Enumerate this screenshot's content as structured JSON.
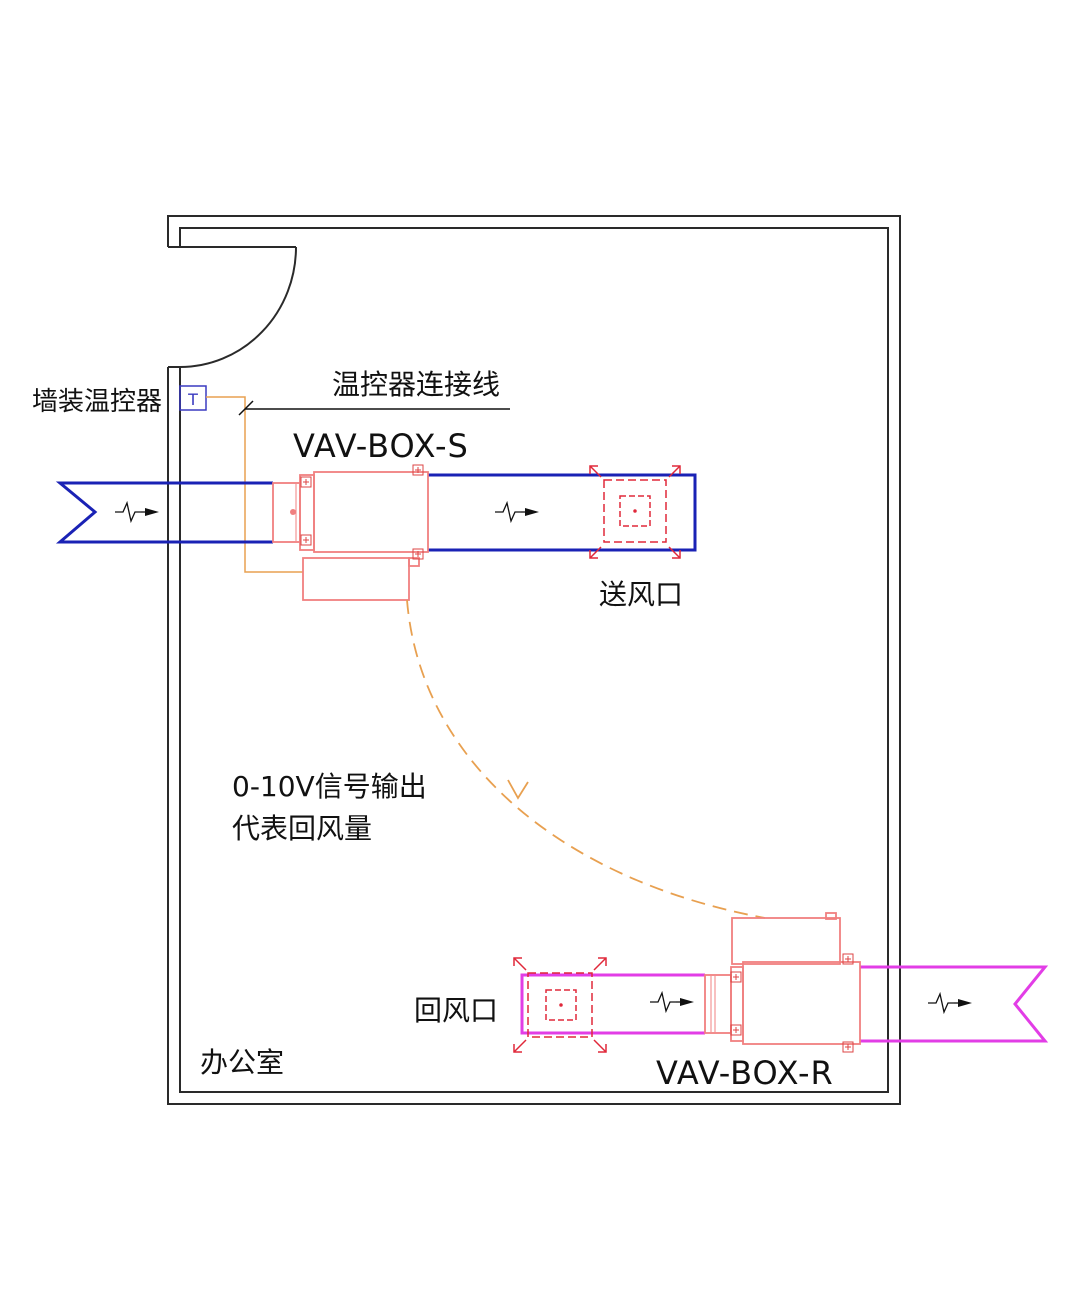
{
  "labels": {
    "wall_thermostat": "墙装温控器",
    "thermostat_symbol": "T",
    "thermostat_wire": "温控器连接线",
    "vav_supply": "VAV-BOX-S",
    "supply_outlet": "送风口",
    "signal_line1": "0-10V信号输出",
    "signal_line2": "代表回风量",
    "return_inlet": "回风口",
    "office": "办公室",
    "vav_return": "VAV-BOX-R"
  },
  "colors": {
    "wall": "#2a2a2a",
    "supply_duct": "#1a22b5",
    "return_duct": "#e23de6",
    "equipment": "#f08080",
    "diffuser": "#e0283a",
    "wire": "#e8a050",
    "text": "#111111",
    "thermostat": "#3a3ac0"
  },
  "icons": [
    "flow-arrow-icon",
    "fitting-cross-icon",
    "thermostat-icon"
  ]
}
